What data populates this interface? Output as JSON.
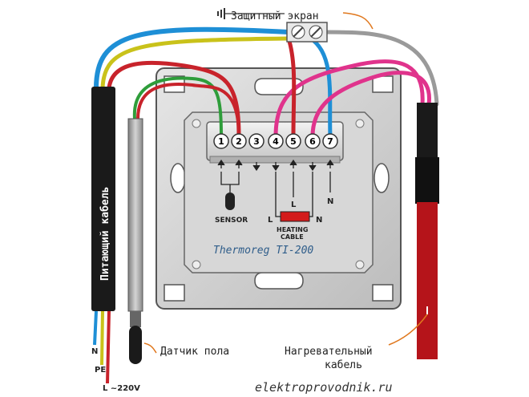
{
  "labels": {
    "shield": "Защитный экран",
    "supply_cable": "Питающий кабель",
    "floor_sensor": "Датчик пола",
    "heating_cable": "Нагревательный кабель",
    "heating_cable_line1": "Нагревательный",
    "heating_cable_line2": "кабель",
    "n": "N",
    "pe": "PE",
    "l_220": "L ~220V",
    "sensor": "SENSOR",
    "heating_cable_en_1": "HEATING",
    "heating_cable_en_2": "CABLE",
    "l": "L",
    "l_inner": "L",
    "n_inner": "N",
    "n_right": "N",
    "model": "Thermoreg TI-200",
    "site": "elektroprovodnik.ru"
  },
  "terminals": [
    "1",
    "2",
    "3",
    "4",
    "5",
    "6",
    "7"
  ],
  "colors": {
    "blue": "#1e8fd6",
    "yellow": "#c9c21a",
    "green": "#2e9d3a",
    "red": "#c8232b",
    "magenta": "#e0338c",
    "gray": "#9a9a9a",
    "cable_black": "#1a1a1a",
    "heating_red": "#b5141a",
    "label_text": "#222222",
    "model_text": "#2f5d8a"
  }
}
